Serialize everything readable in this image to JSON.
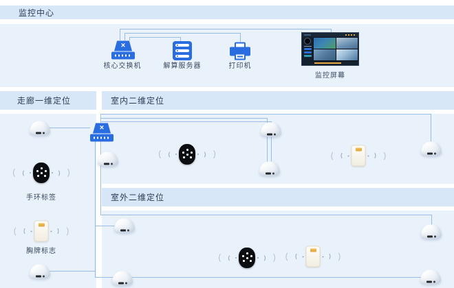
{
  "header": {
    "title": "监控中心"
  },
  "monitor_center": {
    "core_switch_label": "核心交换机",
    "server_label": "解算服务器",
    "printer_label": "打印机",
    "screen_label": "监控屏幕"
  },
  "sections": {
    "corridor": {
      "title": "走廊一维定位"
    },
    "indoor": {
      "title": "室内二维定位"
    },
    "outdoor": {
      "title": "室外二维定位"
    }
  },
  "tags": {
    "wristband_label": "手环标签",
    "badge_label": "胸牌标志"
  },
  "icons": {
    "core_switch": "network-switch-crossed-arrows",
    "access_switch": "network-switch-crossed-arrows",
    "server": "server-rack",
    "printer": "printer",
    "screen": "surveillance-monitor-4cam",
    "anchor": "positioning-anchor-puck",
    "wristband": "smartwatch-tag",
    "badge": "badge-card-tag",
    "waves": "signal-waves"
  },
  "colors": {
    "header_bar": "#d7e7f8",
    "panel": "#e9f1fa",
    "device_blue": "#2a6de0",
    "line": "#97bde4",
    "title_text": "#2c3d56",
    "label_text": "#3b4b61"
  }
}
